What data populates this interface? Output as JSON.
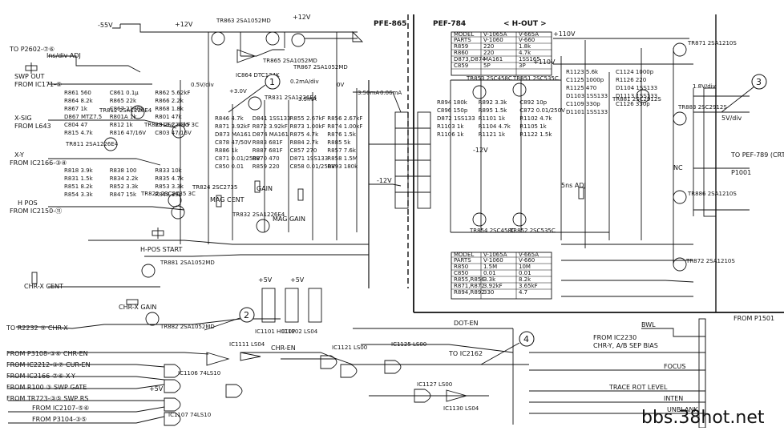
{
  "boards": {
    "left": "PFE-865",
    "right": "PEF-784",
    "section": "< H-OUT >"
  },
  "callouts": [
    "1",
    "2",
    "3",
    "4"
  ],
  "supplies": [
    "-55V",
    "+12V",
    "+12V",
    "+110V",
    "+110V",
    "-12V",
    "+5V",
    "+5V",
    "+5V",
    "-12V"
  ],
  "left_inputs": [
    "TO P2602-⑦⑥",
    "SWP OUT",
    "FROM IC171-⑤",
    "X-SIG",
    "FROM L643",
    "X-Y",
    "FROM IC2166-③④",
    "H POS",
    "FROM IC2150-⑪",
    "CHR-X CENT",
    "TO R2232 ⑤ CHR-X",
    "FROM P3108-③⑥ CHR-EN",
    "FROM IC2212-③⑦ CUR-EN",
    "FROM IC2166-⑦⑥ X-Y",
    "FROM R100 ③ SWP GATE",
    "FROM TR723-③⑤ SWP RS",
    "FROM IC2107-⑤⑥",
    "FROM P3104-③⑤"
  ],
  "right_outputs": [
    "TO PEF-789 (CRT)",
    "P1001",
    "FROM P1501",
    "BWL",
    "FROM IC2230",
    "CHR-Y, A/B SEP BIAS",
    "FOCUS",
    "TRACE ROT LEVEL",
    "INTEN",
    "UNBLANK"
  ],
  "net_labels": [
    "CHR-EN",
    "DOT-EN",
    "TO IC2162",
    "NC"
  ],
  "adjustments": [
    "Ins/div ADJ",
    "H-POS START",
    "MAG CENT",
    "MAG GAIN",
    "5ns ADJ",
    "CHR-X GAIN",
    "GAIN"
  ],
  "transistors": [
    "TR863 2SA1052MD",
    "TR865 2SA1052MD",
    "TR867 2SA1052MD",
    "TR812 2SA1226E4",
    "TR811 2SA1226E4",
    "TR823 2SC2735 3C",
    "TR822 2SC2735 3C",
    "TR824 2SC2735",
    "TR831 2SA1226E4",
    "TR832 2SA1226E4",
    "TR881 2SA1052MD",
    "TR882 2SA1052MD",
    "TR853 2SC458C",
    "TR851 2SC535C",
    "TR852 2SC535C",
    "TR854 2SC458C",
    "TR871 2SA1210S",
    "TR881 2SC2912S",
    "TR883 2SC2912S",
    "TR886 2SA1210S",
    "TR872 2SA1210S"
  ],
  "ics": [
    "IC864 DTC124K",
    "IC1101 HC10P",
    "IC1102 LS04",
    "IC1111 LS04",
    "IC1106 74LS10",
    "IC1107 74LS10",
    "IC1121 LS00",
    "IC1125 LS00",
    "IC1130 LS04",
    "IC1127 LS00"
  ],
  "components": [
    "R861 560",
    "C861 0.1μ",
    "R862 5.62kF",
    "R864 8.2k",
    "R865 22k",
    "R866 2.2k",
    "R867 1k",
    "C867 2200p",
    "R868 1.8k",
    "D867 MTZ7.5",
    "R801A 1k",
    "R801 47k",
    "C804 47",
    "R812 1k",
    "R813 2.43kF",
    "R815 4.7k",
    "R816 47/16V",
    "C803 47/16V",
    "R818 3.9k",
    "R838 100",
    "R833 10k",
    "R831 1.5k",
    "R834 2.2k",
    "R835 4.7k",
    "R851 8.2k",
    "R852 3.3k",
    "R853 3.3k",
    "R854 3.3k",
    "R847 15k",
    "R848 15k",
    "R846 4.7k",
    "D841 1SS133",
    "R855 2.67kF",
    "R856 2.67kF",
    "R871 3.92kF",
    "R872 3.92kF",
    "R873 1.00kF",
    "R874 1.00kF",
    "D873 MA161",
    "D874 MA161",
    "R875 4.7k",
    "R876 1.5k",
    "C878 47/50V",
    "R883 681F",
    "R884 2.7k",
    "R885 5k",
    "R886 1k",
    "R887 681F",
    "C857 270",
    "R857 7.6k",
    "C871 0.01/250V",
    "R870 470",
    "D871 1SS133",
    "R858 1.5M",
    "C850 0.01",
    "R859 220",
    "C858 0.01/250V",
    "R893 180k",
    "R894 180k",
    "R892 3.3k",
    "C892 10p",
    "C896 150p",
    "R895 1.5k",
    "C872 0.01/250V",
    "D872 1SS133",
    "R1101 1k",
    "R1102 4.7k",
    "R1103 1k",
    "R1104 4.7k",
    "R1105 1k",
    "R1106 1k",
    "R1121 1k",
    "R1122 1.5k",
    "R1123 5.6k",
    "C1124 1000p",
    "C1125 1000p",
    "R1126 220",
    "R1125 470",
    "D1104 1SS133",
    "D1103 1SS133",
    "D1113 1SS133",
    "C1109 330p",
    "C1126 330p",
    "D1101 1SS133"
  ],
  "variant_table_1": {
    "headers": [
      "MODEL",
      "V-1065A",
      "V-665A"
    ],
    "rows": [
      [
        "PARTS",
        "V-1060",
        "V-660"
      ],
      [
        "R859",
        "220",
        "1.8k"
      ],
      [
        "R860",
        "220",
        "4.7k"
      ],
      [
        "D873,D874",
        "MA161",
        "1SS165"
      ],
      [
        "C859",
        "5P",
        "3P"
      ]
    ]
  },
  "variant_table_2": {
    "headers": [
      "MODEL",
      "V-1065A",
      "V-665A"
    ],
    "rows": [
      [
        "PARTS",
        "V-1060",
        "V-660"
      ],
      [
        "R850",
        "1.5M",
        "10M"
      ],
      [
        "C850",
        "0.01",
        "0.01"
      ],
      [
        "R855,R856",
        "3.3k",
        "8.2k"
      ],
      [
        "R871,R872",
        "3.92kF",
        "3.65kF"
      ],
      [
        "R894,R892",
        "330",
        "4.7"
      ]
    ]
  },
  "voltages": [
    "5V/div",
    "0.5V/div",
    "0.2mA/div",
    "3.5mA",
    "3.50mA",
    "0.06mA",
    "1.8V/div",
    "0V",
    "+3.0V"
  ],
  "watermark": "bbs.38hot.net"
}
